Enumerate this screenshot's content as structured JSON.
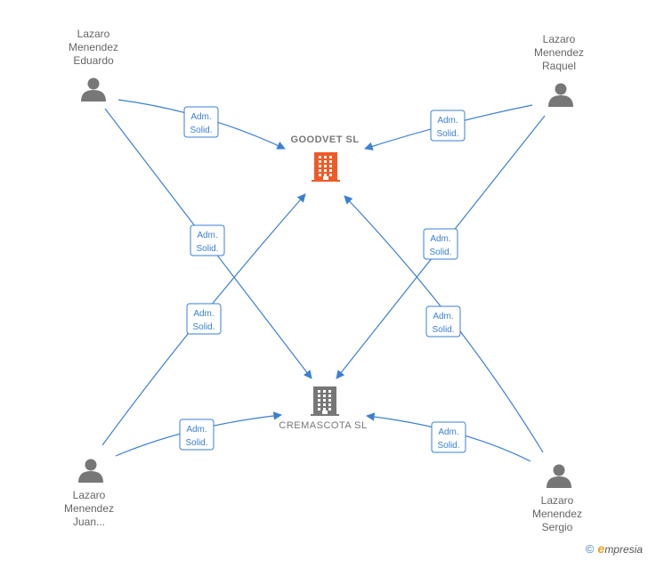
{
  "people": [
    {
      "id": "p1",
      "lines": [
        "Lazaro",
        "Menendez",
        "Eduardo"
      ]
    },
    {
      "id": "p2",
      "lines": [
        "Lazaro",
        "Menendez",
        "Raquel"
      ]
    },
    {
      "id": "p3",
      "lines": [
        "Lazaro",
        "Menendez",
        "Juan..."
      ]
    },
    {
      "id": "p4",
      "lines": [
        "Lazaro",
        "Menendez",
        "Sergio"
      ]
    }
  ],
  "companies": [
    {
      "id": "c1",
      "name": "GOODVET  SL",
      "color": "#f05a28"
    },
    {
      "id": "c2",
      "name": "CREMASCOTA SL",
      "color": "#777777"
    }
  ],
  "edges": [
    {
      "from": "p1",
      "to": "c1",
      "label": [
        "Adm.",
        "Solid."
      ]
    },
    {
      "from": "p2",
      "to": "c1",
      "label": [
        "Adm.",
        "Solid."
      ]
    },
    {
      "from": "p1",
      "to": "c2",
      "label": [
        "Adm.",
        "Solid."
      ]
    },
    {
      "from": "p2",
      "to": "c2",
      "label": [
        "Adm.",
        "Solid."
      ]
    },
    {
      "from": "p3",
      "to": "c1",
      "label": [
        "Adm.",
        "Solid."
      ]
    },
    {
      "from": "p4",
      "to": "c1",
      "label": [
        "Adm.",
        "Solid."
      ]
    },
    {
      "from": "p3",
      "to": "c2",
      "label": [
        "Adm.",
        "Solid."
      ]
    },
    {
      "from": "p4",
      "to": "c2",
      "label": [
        "Adm.",
        "Solid."
      ]
    }
  ],
  "colors": {
    "edge": "#3b7fd6",
    "person_icon": "#777777"
  },
  "footer": {
    "copyright": "©",
    "brand_e": "e",
    "brand_rest": "mpresia"
  }
}
